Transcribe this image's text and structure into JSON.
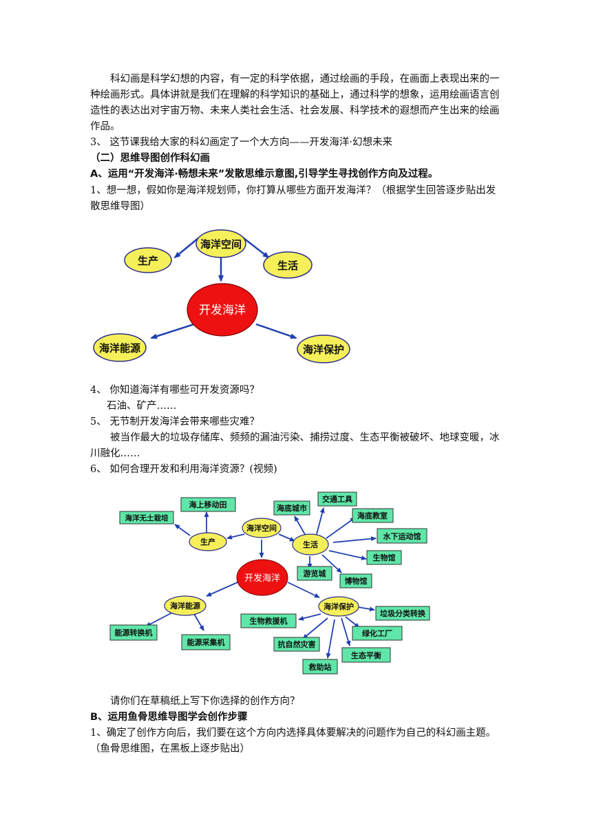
{
  "text": {
    "p1": "科幻画是科学幻想的内容，有一定的科学依据，通过绘画的手段，在画面上表现出来的一种绘画形式。具体讲就是我们在理解的科学知识的基础上，通过科学的想象，运用绘画语言创造性的表达出对宇宙万物、未来人类社会生活、社会发展、科学技术的遐想而产生出来的绘画作品。",
    "p2": "3、 这节课我给大家的科幻画定了一个大方向——开发海洋·幻想未来",
    "h1": "（二）思维导图创作科幻画",
    "h2": "A、运用“开发海洋·畅想未来”发散思维示意图,引导学生寻找创作方向及过程。",
    "q1": "1、想一想，假如你是海洋规划师，你打算从哪些方面开发海洋？（根据学生回答逐步贴出发散思维导图）",
    "q4": "4、 你知道海洋有哪些可开发资源吗？",
    "a4": "石油、矿产……",
    "q5": "5、 无节制开发海洋会带来哪些灾难？",
    "a5": "被当作最大的垃圾存储库、频频的漏油污染、捕捞过度、生态平衡被破坏、地球变暖，冰川融化……",
    "q6": "6、 如何合理开发和利用海洋资源？(视频)",
    "p_ask": "请你们在草稿纸上写下你选择的创作方向？",
    "h3": "B、运用鱼骨思维导图学会创作步骤",
    "p_last": "1、确定了创作方向后，我们要在这个方向内选择具体要解决的问题作为自己的科幻画主题。（鱼骨思维图，在黑板上逐步贴出）"
  },
  "diagram1": {
    "center": "开发海洋",
    "space": "海洋空间",
    "production": "生产",
    "life": "生活",
    "energy": "海洋能源",
    "protection": "海洋保护"
  },
  "diagram2": {
    "center": "开发海洋",
    "space": "海洋空间",
    "production": "生产",
    "life": "生活",
    "energy": "海洋能源",
    "protection": "海洋保护",
    "production_items": [
      "海上移动田",
      "海洋无土栽培"
    ],
    "life_items": [
      "海底城市",
      "交通工具",
      "海底教室",
      "水下运动馆",
      "生物馆",
      "博物馆",
      "游览城"
    ],
    "energy_items": [
      "能源转换机",
      "能源采集机"
    ],
    "protection_items": [
      "垃圾分类转换",
      "绿化工厂",
      "生态平衡",
      "救助站",
      "抗自然灾害",
      "生物救援机"
    ]
  },
  "colors": {
    "center_fill": "#ee1111",
    "oval_fill": "#f5f05a",
    "box_fill": "#5fe6a8",
    "arrow": "#1f3fb0"
  }
}
